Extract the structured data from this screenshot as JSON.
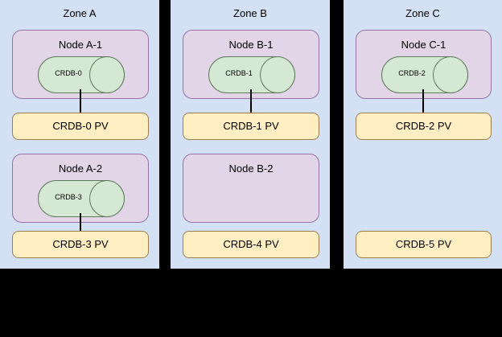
{
  "diagram": {
    "background_color": "#000000",
    "zone_fill": "#d4e1f5",
    "node_fill": "#e1d5e7",
    "node_stroke": "#9673a6",
    "cylinder_fill": "#d5e8d4",
    "cylinder_stroke": "#5d7a5a",
    "pv_fill": "#ffeec2",
    "pv_stroke": "#9a7f52",
    "connector_color": "#000000"
  },
  "zones": [
    {
      "title": "Zone A",
      "nodes": [
        {
          "title": "Node A-1",
          "has_database": true,
          "database_label": "CRDB-0"
        },
        {
          "title": "Node A-2",
          "has_database": true,
          "database_label": "CRDB-3"
        }
      ],
      "volumes": [
        {
          "label": "CRDB-0 PV",
          "connected": true
        },
        {
          "label": "CRDB-3 PV",
          "connected": true
        }
      ]
    },
    {
      "title": "Zone B",
      "nodes": [
        {
          "title": "Node B-1",
          "has_database": true,
          "database_label": "CRDB-1"
        },
        {
          "title": "Node B-2",
          "has_database": false,
          "database_label": ""
        }
      ],
      "volumes": [
        {
          "label": "CRDB-1 PV",
          "connected": true
        },
        {
          "label": "CRDB-4 PV",
          "connected": false
        }
      ]
    },
    {
      "title": "Zone C",
      "nodes": [
        {
          "title": "Node C-1",
          "has_database": true,
          "database_label": "CRDB-2"
        }
      ],
      "volumes": [
        {
          "label": "CRDB-2 PV",
          "connected": true
        },
        {
          "label": "CRDB-5 PV",
          "connected": false
        }
      ]
    }
  ]
}
